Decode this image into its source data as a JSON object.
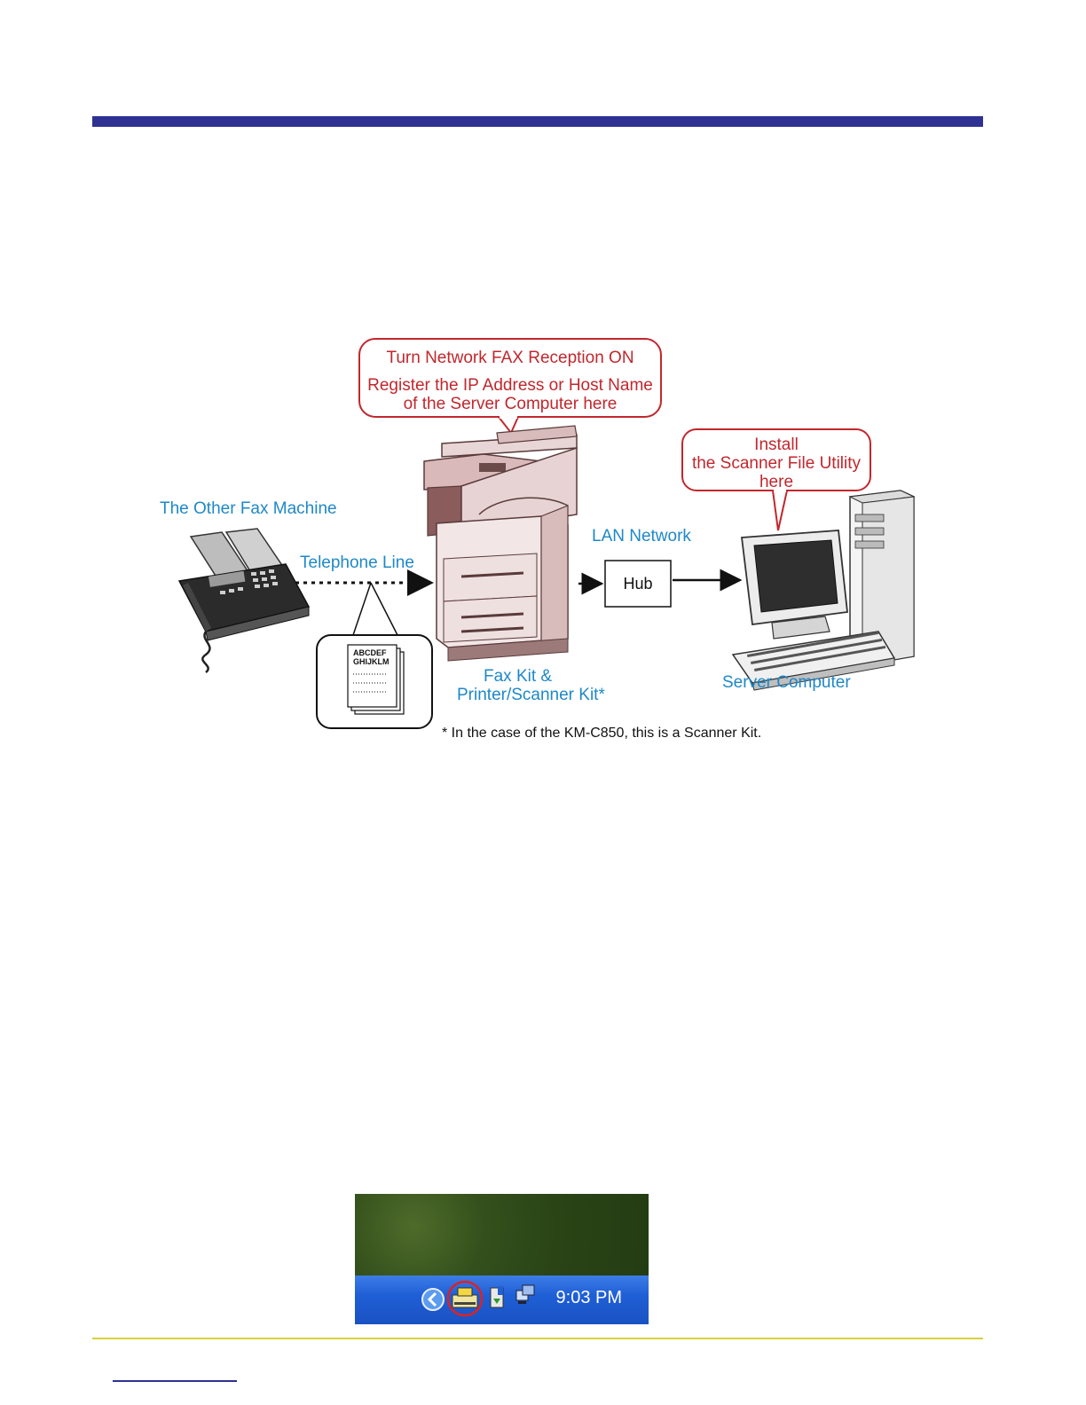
{
  "diagram": {
    "callout_copier_line1": "Turn Network FAX Reception ON",
    "callout_copier_line2": "Register the IP Address or Host Name",
    "callout_copier_line3": "of the Server Computer here",
    "callout_server_line1": "Install",
    "callout_server_line2": "the Scanner File Utility",
    "callout_server_line3": "here",
    "fax_label": "The Other Fax Machine",
    "telephone_label": "Telephone Line",
    "lan_label": "LAN Network",
    "hub_label": "Hub",
    "kit_label_line1": "Fax Kit &",
    "kit_label_line2": "Printer/Scanner Kit*",
    "server_label": "Server Computer",
    "doc_text_line1": "ABCDEF",
    "doc_text_line2": "GHIJKLM",
    "footnote": "* In the case of the KM-C850, this is a Scanner Kit."
  },
  "taskbar": {
    "clock": "9:03 PM"
  },
  "colors": {
    "header_rule": "#2e3192",
    "footer_rule": "#d8d23a",
    "label_blue": "#1e88c8",
    "callout_red": "#c1272d",
    "copier_tint": "#c9a3a3"
  }
}
